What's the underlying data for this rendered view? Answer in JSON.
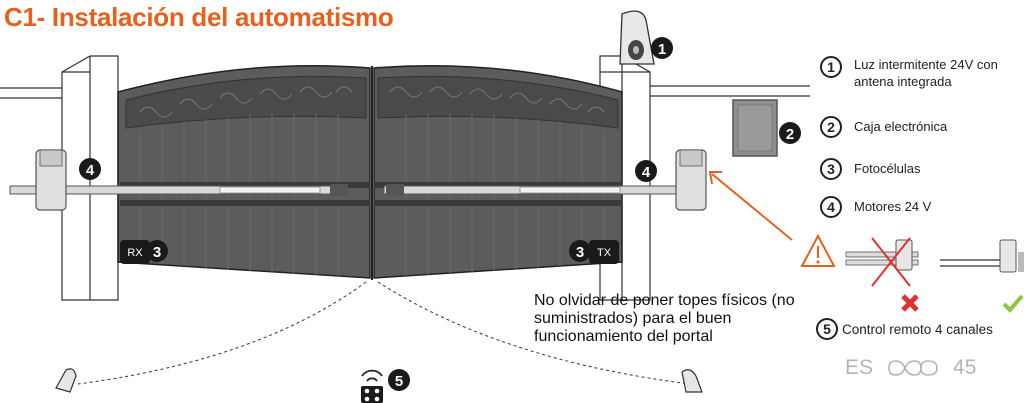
{
  "header": {
    "title": "C1- Instalación del automatismo"
  },
  "callouts": {
    "c1": "1",
    "c2": "2",
    "c3_left": "3",
    "c3_right": "3",
    "c4_left": "4",
    "c4_right": "4",
    "c5": "5"
  },
  "badges": {
    "rx": "RX",
    "tx": "TX"
  },
  "legend": {
    "items": [
      {
        "num": "1",
        "label": "Luz intermitente 24V con antena integrada"
      },
      {
        "num": "2",
        "label": "Caja electrónica"
      },
      {
        "num": "3",
        "label": "Fotocélulas"
      },
      {
        "num": "4",
        "label": "Motores 24 V"
      }
    ],
    "remote": {
      "num": "5",
      "label": "Control remoto 4 canales"
    }
  },
  "note": "No olvidar de poner topes físicos (no suministrados)  para el buen funcionamiento del portal",
  "footer": {
    "lang": "ES",
    "page": "45"
  },
  "colors": {
    "accent": "#e8601c",
    "gate": "#5a5a5a",
    "ok": "#8cc63f",
    "bad": "#e03030"
  }
}
